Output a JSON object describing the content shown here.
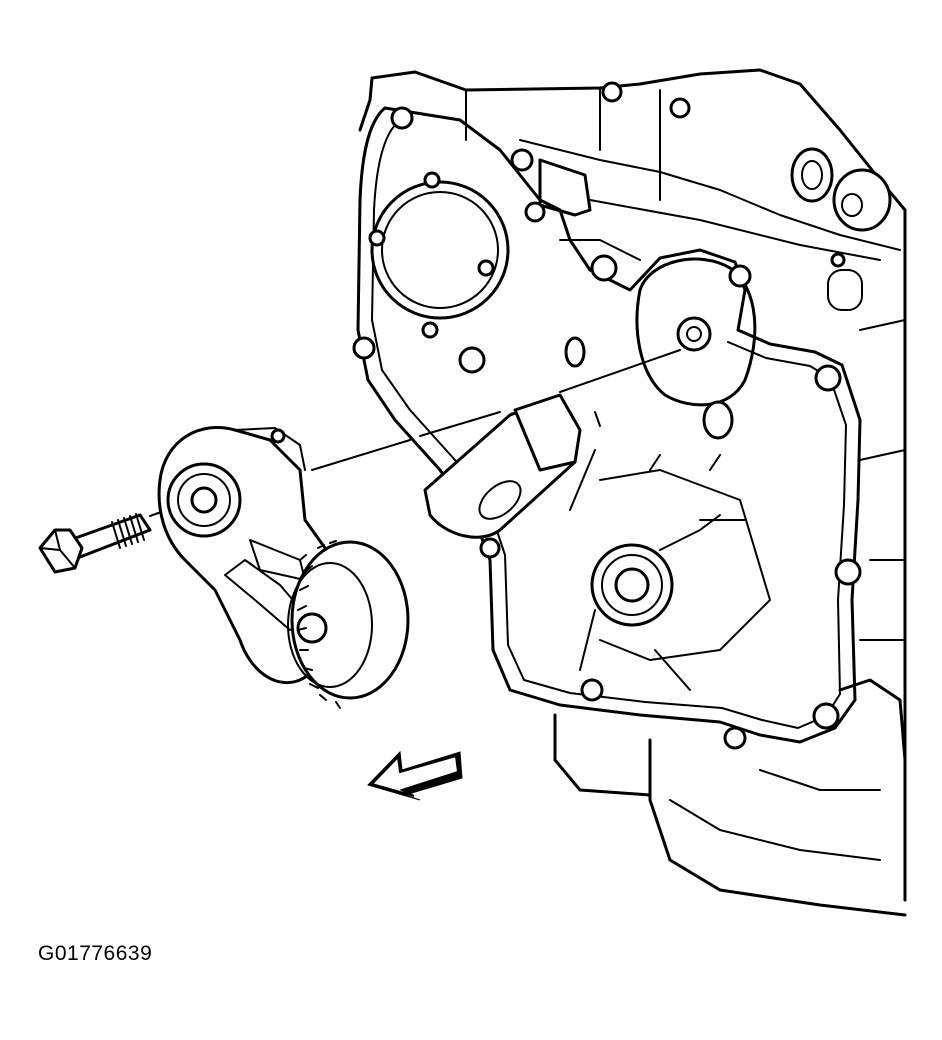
{
  "figure": {
    "id_label": "G01776639"
  },
  "parts": {
    "engine": "engine-front-cover",
    "tensioner": "drive-belt-tensioner",
    "bolt": "tensioner-bolt",
    "arrow": "front-direction-arrow"
  },
  "colors": {
    "line": "#000000",
    "background": "#ffffff"
  }
}
